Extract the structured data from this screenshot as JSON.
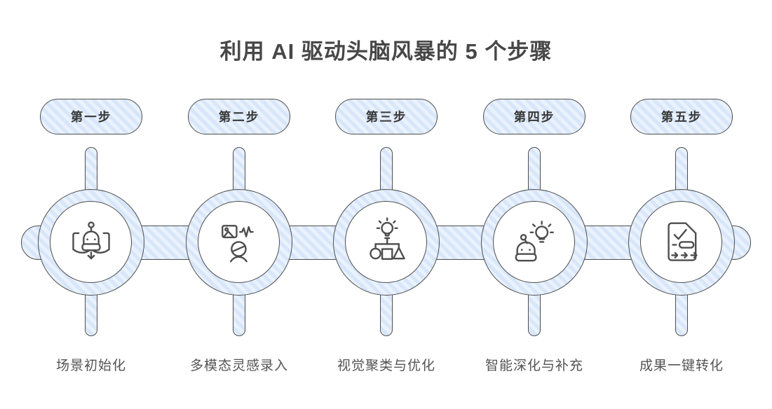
{
  "title": "利用 AI 驱动头脑风暴的 5 个步骤",
  "steps": [
    {
      "badge": "第一步",
      "label": "场景初始化",
      "icon": "robot-book-icon"
    },
    {
      "badge": "第二步",
      "label": "多模态灵感录入",
      "icon": "image-wave-person-icon"
    },
    {
      "badge": "第三步",
      "label": "视觉聚类与优化",
      "icon": "bulb-cluster-shapes-icon"
    },
    {
      "badge": "第四步",
      "label": "智能深化与补充",
      "icon": "robot-bulb-icon"
    },
    {
      "badge": "第五步",
      "label": "成果一键转化",
      "icon": "document-convert-arrows-icon"
    }
  ],
  "colors": {
    "background": "#ffffff",
    "hatch_light": "#eaf2fd",
    "hatch_dark": "#d8e6fa",
    "outline": "#4e4e4e",
    "title_text": "#474747",
    "badge_text": "#383838",
    "label_text": "#545454",
    "icon_stroke": "#4d4d4d"
  }
}
